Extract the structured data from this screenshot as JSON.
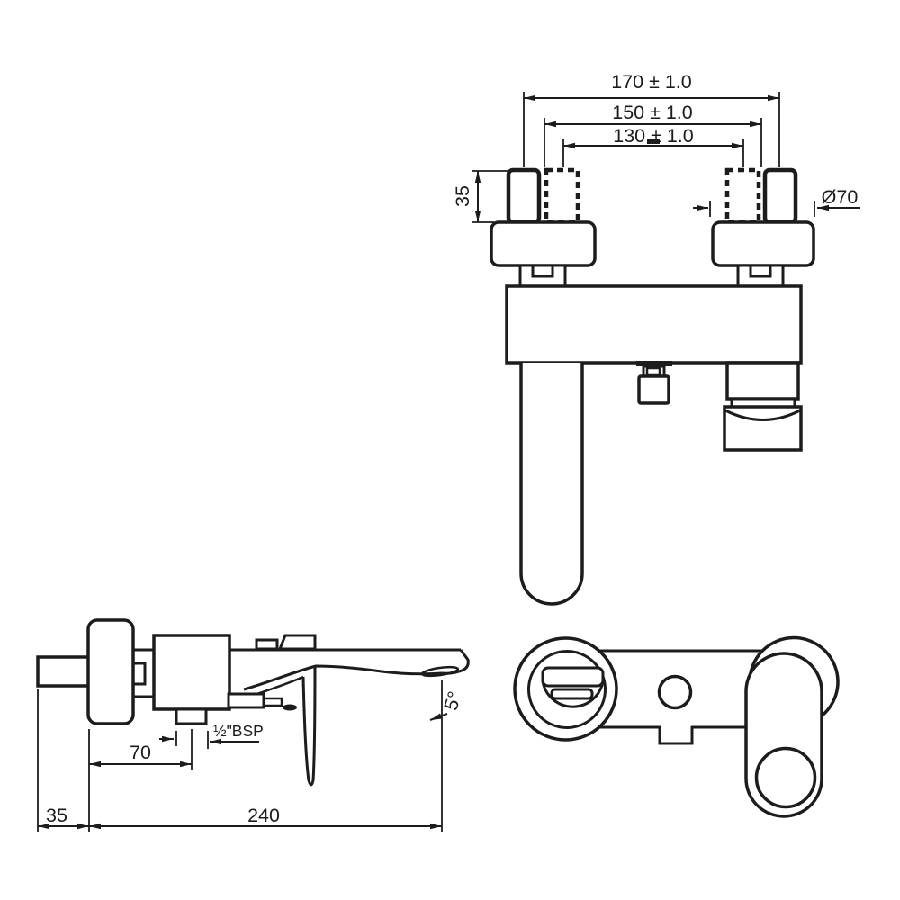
{
  "colors": {
    "background": "#ffffff",
    "line": "#1c1c1c"
  },
  "front_view": {
    "dim_width_outer": "170 ± 1.0",
    "dim_width_mid": "150 ± 1.0",
    "dim_width_inner": "130 ± 1.0",
    "dim_inlet_height": "35",
    "dim_flange_diameter": "Ø70"
  },
  "side_view": {
    "dim_inlet_spacing": "70",
    "dim_outlet_thread": "½\"BSP",
    "dim_spout_angle": "5°",
    "dim_spout_reach": "240",
    "dim_wall_depth": "35"
  }
}
